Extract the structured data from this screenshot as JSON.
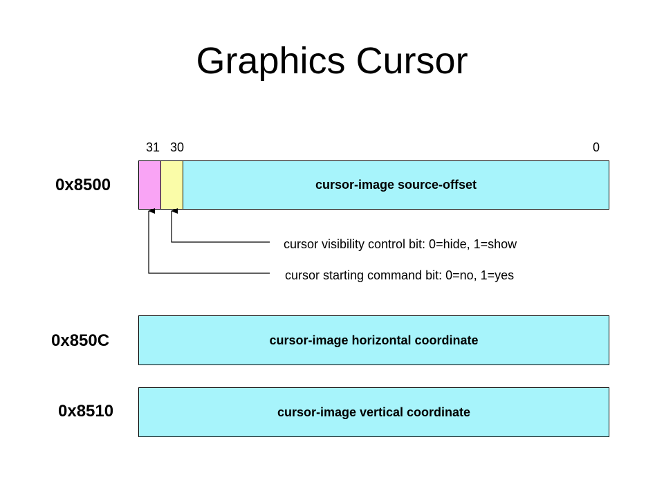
{
  "title": "Graphics Cursor",
  "bit_labels": {
    "b31": "31",
    "b30": "30",
    "b0": "0"
  },
  "registers": [
    {
      "address": "0x8500",
      "field": "cursor-image source-offset"
    },
    {
      "address": "0x850C",
      "field": "cursor-image horizontal coordinate"
    },
    {
      "address": "0x8510",
      "field": "cursor-image vertical coordinate"
    }
  ],
  "bit_notes": {
    "visibility": "cursor visibility control bit: 0=hide, 1=show",
    "starting": "cursor starting command bit: 0=no, 1=yes"
  },
  "colors": {
    "field_fill": "#a7f4fb",
    "bit31_fill": "#f9a4f5",
    "bit30_fill": "#fafca8"
  }
}
